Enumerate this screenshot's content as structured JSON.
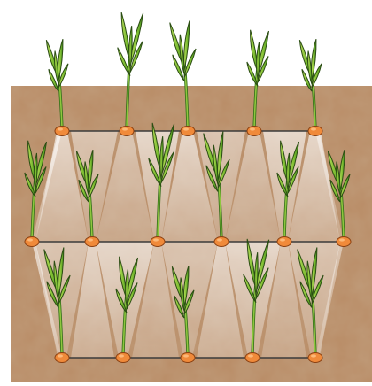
{
  "illustration": {
    "subject": "planting-pattern",
    "colors": {
      "background": "#ffffff",
      "soil": "#b98c66",
      "soil_dark": "#a67a55",
      "soil_light": "#c79d76",
      "root_light": "#fbf7f2",
      "line": "#3b3b3b",
      "seed": "#f08a3a",
      "seed_outline": "#8a3f10",
      "leaf": "#8ec63f",
      "leaf_dark": "#2f6d16",
      "leaf_outline": "#2b4d13"
    },
    "rows": [
      {
        "name": "top-row",
        "plants": 5
      },
      {
        "name": "middle-row",
        "plants": 6
      },
      {
        "name": "bottom-row",
        "plants": 5
      }
    ]
  }
}
